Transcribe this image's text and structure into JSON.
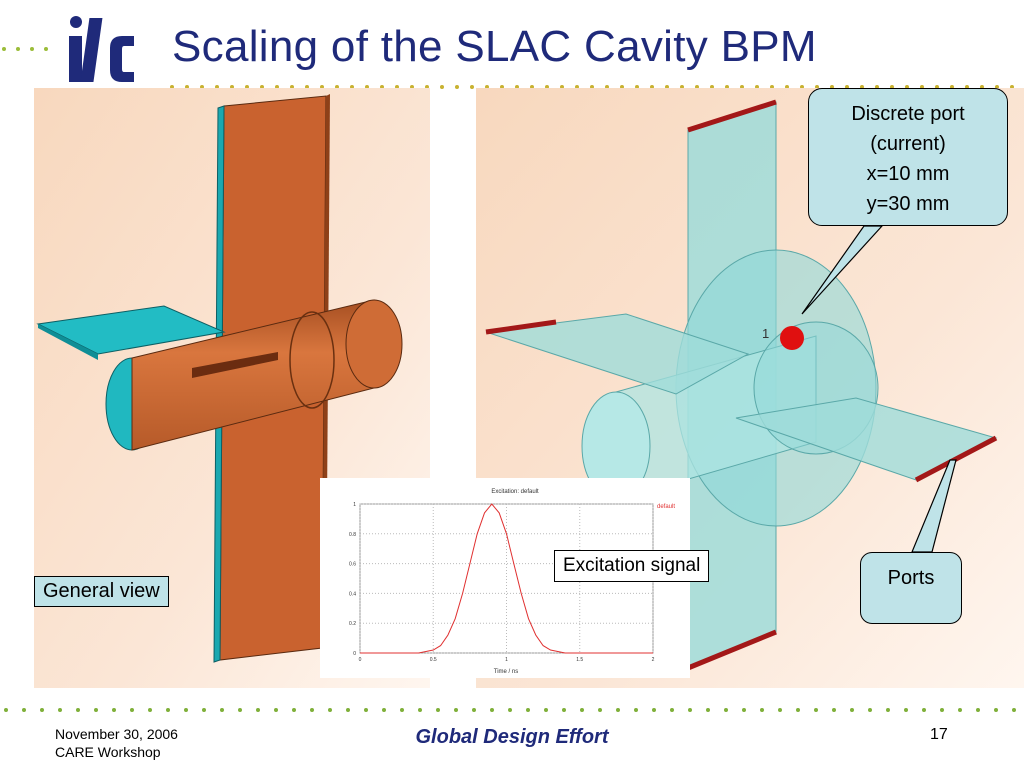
{
  "slide": {
    "title": "Scaling of the SLAC Cavity BPM",
    "logo_text": "ilc"
  },
  "left_panel": {
    "label": "General view"
  },
  "right_panel": {
    "port_marker": "1",
    "callout_discrete": [
      "Discrete port",
      "(current)",
      "x=10 mm",
      "y=30 mm"
    ],
    "callout_ports": "Ports"
  },
  "excitation": {
    "label": "Excitation signal",
    "plot_title": "Excitation: default",
    "legend": "default",
    "xlabel": "Time / ns",
    "x_ticks": [
      "0",
      "0.5",
      "1",
      "1.5",
      "2"
    ],
    "y_ticks": [
      "0",
      "0.2",
      "0.4",
      "0.6",
      "0.8",
      "1"
    ]
  },
  "chart_data": {
    "type": "line",
    "title": "Excitation: default",
    "xlabel": "Time / ns",
    "ylabel": "",
    "xlim": [
      0,
      2
    ],
    "ylim": [
      0,
      1
    ],
    "series": [
      {
        "name": "default",
        "color": "#e03030",
        "x": [
          0,
          0.4,
          0.5,
          0.55,
          0.6,
          0.65,
          0.7,
          0.75,
          0.8,
          0.85,
          0.9,
          0.95,
          1.0,
          1.05,
          1.1,
          1.15,
          1.2,
          1.25,
          1.3,
          1.4,
          2.0
        ],
        "y": [
          0,
          0.0,
          0.02,
          0.05,
          0.12,
          0.23,
          0.4,
          0.6,
          0.8,
          0.94,
          1.0,
          0.94,
          0.8,
          0.6,
          0.4,
          0.23,
          0.12,
          0.05,
          0.02,
          0.0,
          0
        ]
      }
    ]
  },
  "footer": {
    "date": "November 30, 2006",
    "event": "CARE Workshop",
    "center": "Global Design Effort",
    "page": "17"
  },
  "colors": {
    "title": "#1f2a7a",
    "copper": "#cc6a35",
    "teal": "#1fb9c2",
    "glass": "#9fdcd9",
    "port_red": "#a31818",
    "label_bg": "#bfe3e8"
  }
}
